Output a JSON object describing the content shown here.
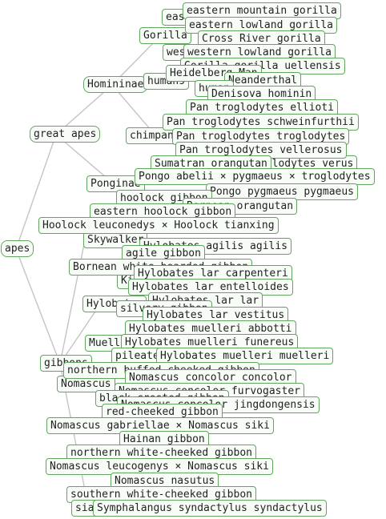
{
  "tree": {
    "root": "apes",
    "great_apes": "great apes",
    "homininae": "Homininae",
    "gorilla": "Gorilla",
    "humans": "humans",
    "chimpanzees": "chimpanzees",
    "ponginae": "Ponginae",
    "gibbons": "gibbons",
    "hylobates": "Hylobates",
    "nomascus": "Nomascus",
    "muelleri_clip": "Muelleri",
    "ki_clip": "Ki",
    "skywalker": "Skywalker",
    "leaves": [
      "eastern gorilla",
      "eastern mountain gorilla",
      "eastern lowland gorilla",
      "Cross River gorilla",
      "western gorilla",
      "western lowland gorilla",
      "Gorilla gorilla uellensis",
      "Heidelberg Man",
      "Neanderthal",
      "human",
      "Denisova hominin",
      "Pan troglodytes ellioti",
      "Pan troglodytes schweinfurthii",
      "Pan troglodytes troglodytes",
      "Pan troglodytes verus",
      "Pan troglodytes vellerosus",
      "Sumatran orangutan",
      "Pongo abelii × pygmaeus × troglodytes",
      "Pongo pygmaeus pygmaeus",
      "hoolock gibbon",
      "Bornean orangutan",
      "eastern hoolock gibbon",
      "Hoolock leuconedys × Hoolock tianxing",
      "Hylobates agilis agilis",
      "agile gibbon",
      "Bornean white-bearded gibbon",
      "Hylobates lar carpenteri",
      "Hylobates lar entelloides",
      "Hylobates lar lar",
      "silvery gibbon",
      "Hylobates lar vestitus",
      "Hylobates muelleri abbotti",
      "Hylobates muelleri funereus",
      "pileated gibbon",
      "Hylobates muelleri muelleri",
      "northern buffed-cheeked gibbon",
      "Nomascus concolor concolor",
      "Nomascus concolor furvogaster",
      "black crested gibbon",
      "Nomascus concolor jingdongensis",
      "red-cheeked gibbon",
      "Nomascus gabriellae × Nomascus siki",
      "Hainan gibbon",
      "northern white-cheeked gibbon",
      "Nomascus leucogenys × Nomascus siki",
      "Nomascus nasutus",
      "southern white-cheeked gibbon",
      "siamang",
      "Symphalangus syndactylus syndactylus"
    ]
  }
}
